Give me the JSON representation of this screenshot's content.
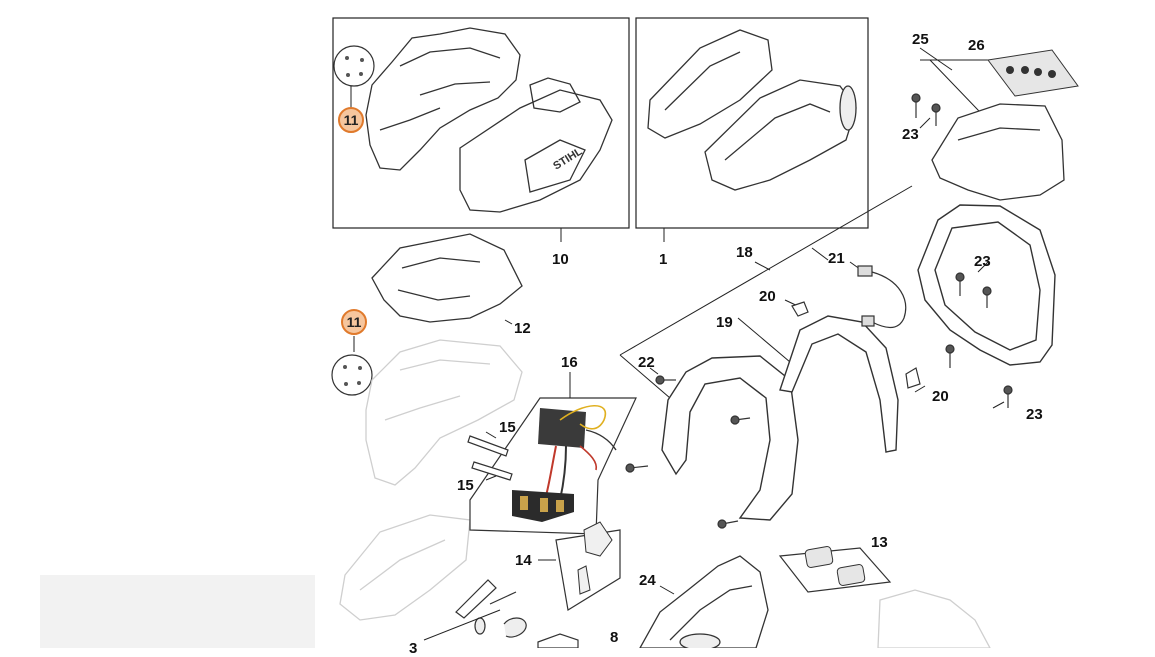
{
  "diagram": {
    "callouts": {
      "part_11_top": "11",
      "part_11_bottom": "11"
    },
    "labels": {
      "part_10": "10",
      "part_1": "1",
      "part_25": "25",
      "part_26": "26",
      "part_23_a": "23",
      "part_23_b": "23",
      "part_23_c": "23",
      "part_12": "12",
      "part_18": "18",
      "part_21": "21",
      "part_20_a": "20",
      "part_20_b": "20",
      "part_19": "19",
      "part_22": "22",
      "part_16": "16",
      "part_15_a": "15",
      "part_15_b": "15",
      "part_14": "14",
      "part_13": "13",
      "part_24": "24",
      "part_8": "8",
      "part_3": "3"
    },
    "logo_text": "STIHL",
    "colors": {
      "line": "#222222",
      "faded_part": "#cfcfcf",
      "callout_fill": "#f6c69e",
      "callout_border": "#e07a2c",
      "electronics": "#3a3a3a",
      "wire_red": "#c0392b",
      "wire_yellow": "#e0b020"
    }
  }
}
